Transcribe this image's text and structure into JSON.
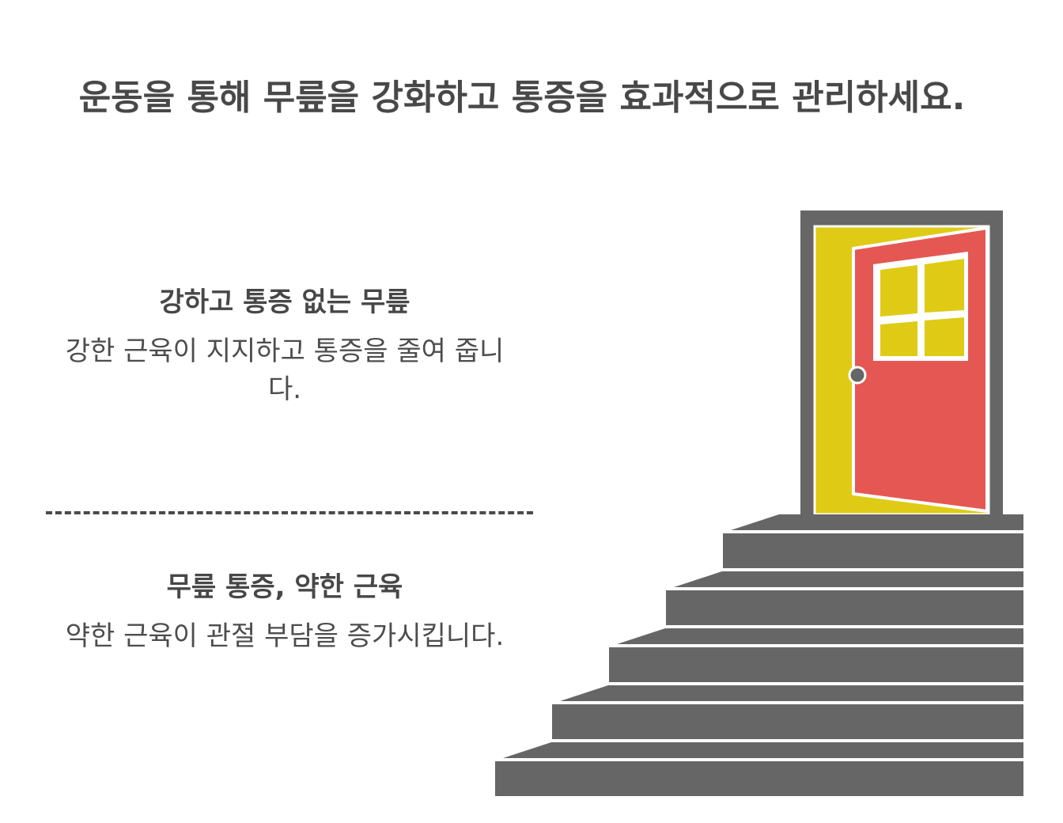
{
  "title": "운동을 통해 무릎을 강화하고 통증을 효과적으로 관리하세요.",
  "top_state": {
    "heading": "강하고 통증 없는 무릎",
    "description": "강한 근육이 지지하고 통증을 줄여 줍니다."
  },
  "bottom_state": {
    "heading": "무릎 통증, 약한 근육",
    "description": "약한 근육이 관절 부담을 증가시킵니다."
  },
  "colors": {
    "text": "#484848",
    "steps": "#666666",
    "frame": "#666666",
    "door": "#e55753",
    "doorway": "#dfcb16",
    "window": "#dfcb16"
  },
  "icons": {
    "door": "open-door-icon",
    "stairs": "staircase-icon"
  }
}
